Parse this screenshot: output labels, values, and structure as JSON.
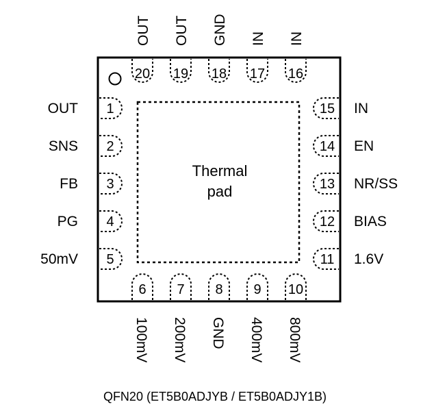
{
  "package": {
    "caption": "QFN20 (ET5B0ADJYB / ET5B0ADJY1B)",
    "thermal_pad": {
      "line1": "Thermal",
      "line2": "pad"
    }
  },
  "pins": {
    "left": [
      {
        "number": "1",
        "name": "OUT"
      },
      {
        "number": "2",
        "name": "SNS"
      },
      {
        "number": "3",
        "name": "FB"
      },
      {
        "number": "4",
        "name": "PG"
      },
      {
        "number": "5",
        "name": "50mV"
      }
    ],
    "bottom": [
      {
        "number": "6",
        "name": "100mV"
      },
      {
        "number": "7",
        "name": "200mV"
      },
      {
        "number": "8",
        "name": "GND"
      },
      {
        "number": "9",
        "name": "400mV"
      },
      {
        "number": "10",
        "name": "800mV"
      }
    ],
    "right": [
      {
        "number": "11",
        "name": "1.6V"
      },
      {
        "number": "12",
        "name": "BIAS"
      },
      {
        "number": "13",
        "name": "NR/SS"
      },
      {
        "number": "14",
        "name": "EN"
      },
      {
        "number": "15",
        "name": "IN"
      }
    ],
    "top": [
      {
        "number": "16",
        "name": "IN"
      },
      {
        "number": "17",
        "name": "IN"
      },
      {
        "number": "18",
        "name": "GND"
      },
      {
        "number": "19",
        "name": "OUT"
      },
      {
        "number": "20",
        "name": "OUT"
      }
    ]
  }
}
